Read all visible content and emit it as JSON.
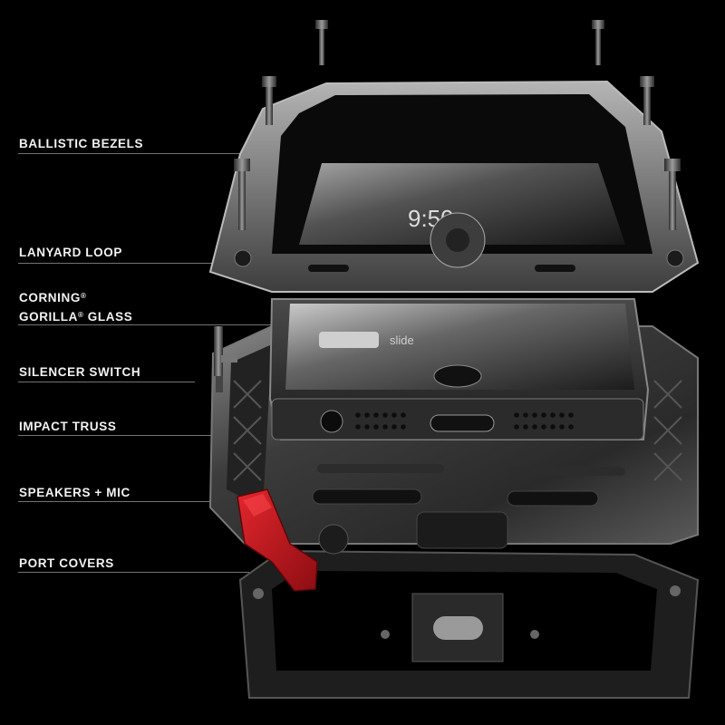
{
  "callouts": [
    {
      "id": "ballistic-bezels",
      "text": "BALLISTIC BEZELS"
    },
    {
      "id": "lanyard-loop",
      "text": "LANYARD LOOP"
    },
    {
      "id": "corning-gorilla-glass",
      "line1": "CORNING",
      "line2a": "GORILLA",
      "line2b": " GLASS",
      "reg": "®"
    },
    {
      "id": "silencer-switch",
      "text": "SILENCER SWITCH"
    },
    {
      "id": "impact-truss",
      "text": "IMPACT TRUSS"
    },
    {
      "id": "speakers-mic",
      "text": "SPEAKERS + MIC"
    },
    {
      "id": "port-covers",
      "text": "PORT COVERS"
    }
  ],
  "phone_screen": {
    "time": "9:50",
    "slider_text": "slide"
  },
  "colors": {
    "background": "#000000",
    "metal_frame": "#3a3a3a",
    "metal_highlight": "#9c9c9c",
    "port_cover": "#c0141b",
    "label_text": "#f2f2f2"
  }
}
